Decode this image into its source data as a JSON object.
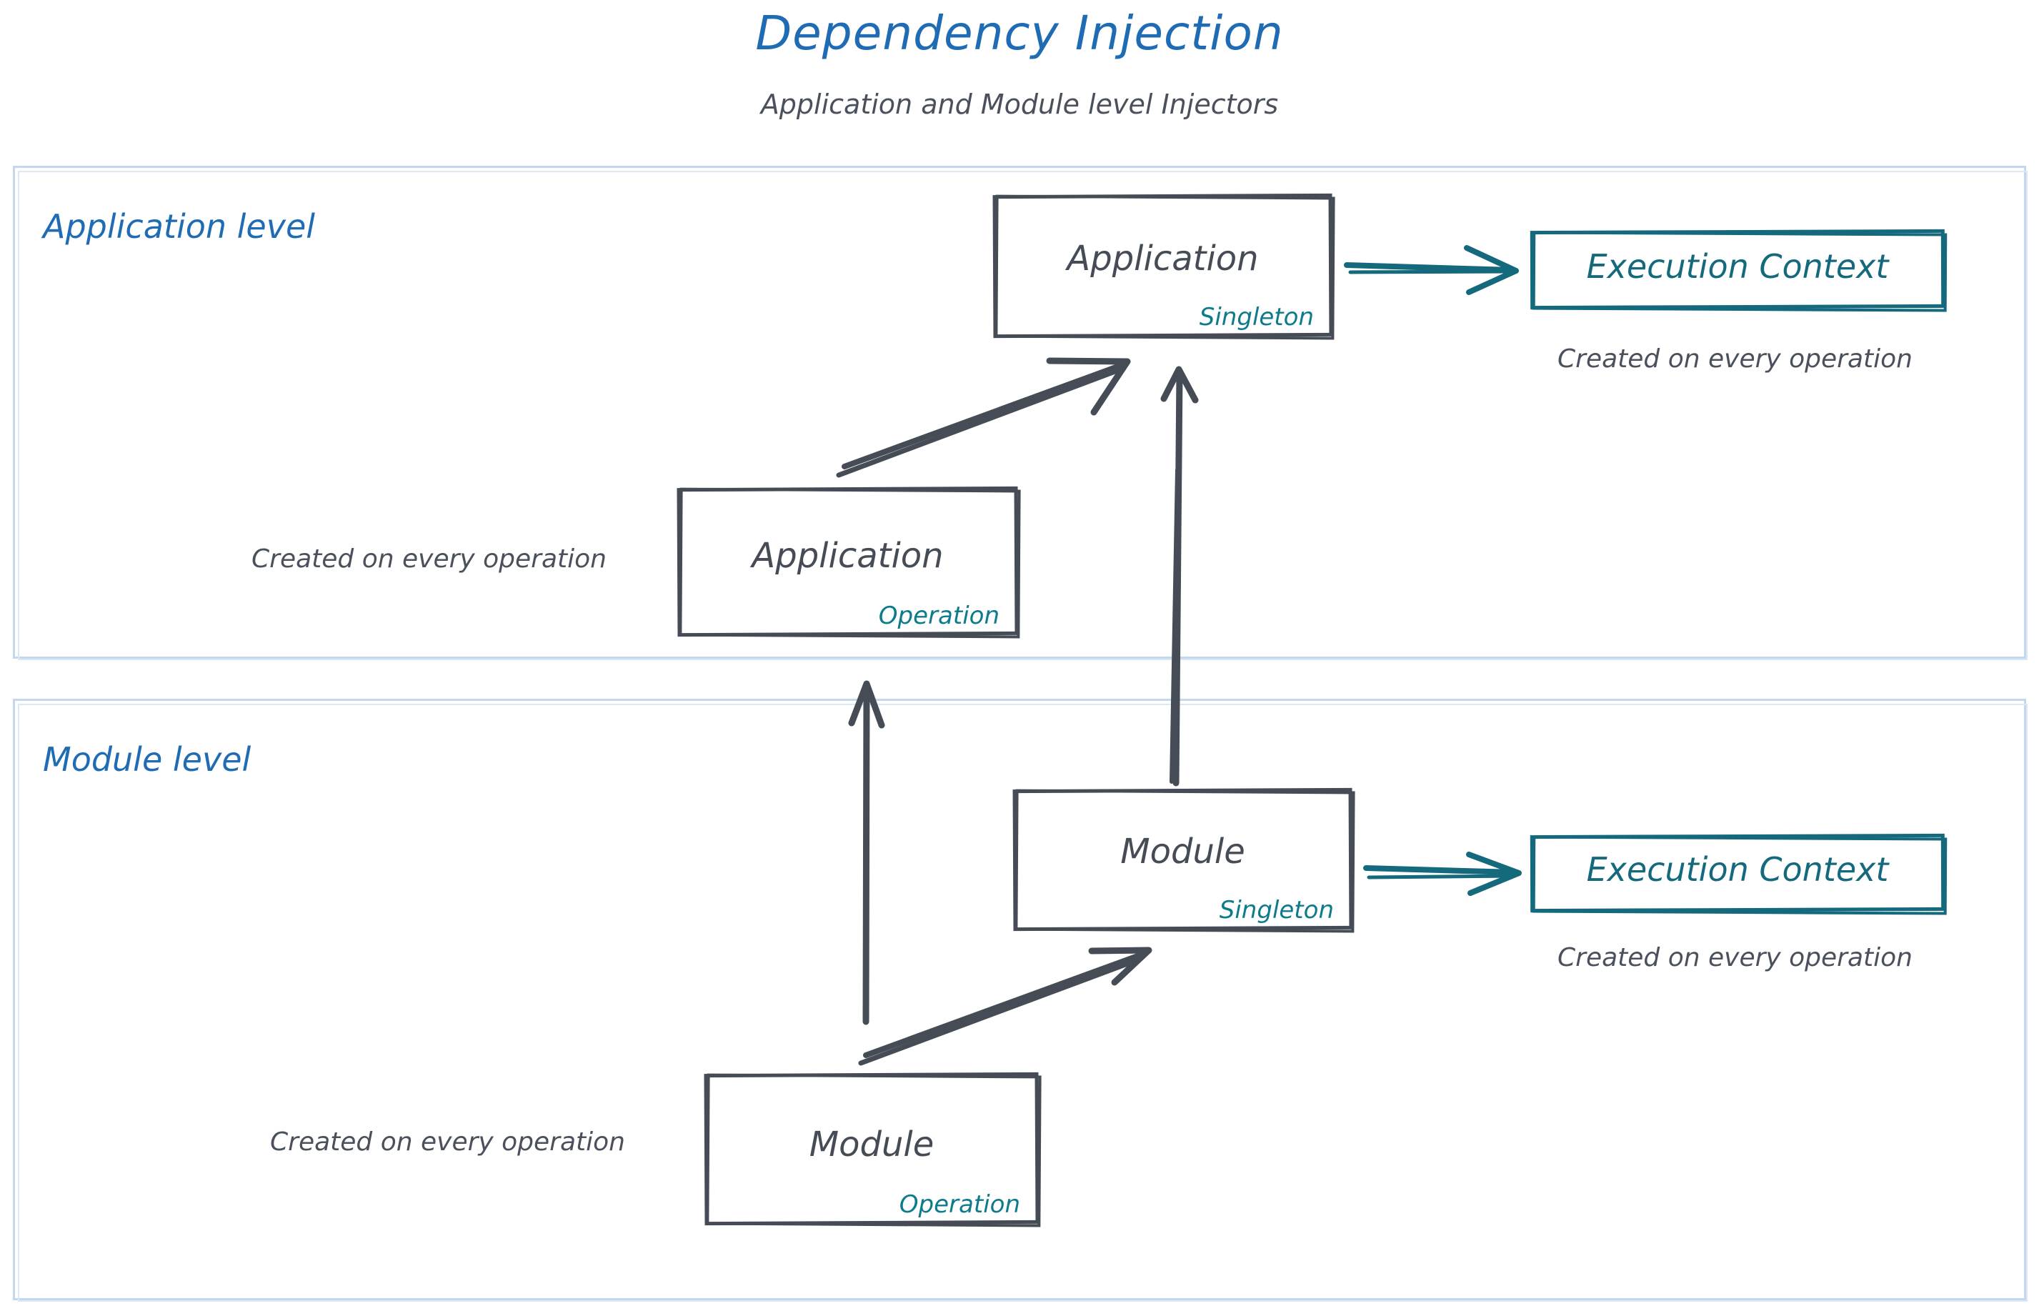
{
  "title": "Dependency Injection",
  "subtitle": "Application and Module level Injectors",
  "colors": {
    "title_blue": "#1f6cb4",
    "container_border": "#c3d8ef",
    "node_gray": "#454c55",
    "node_teal": "#15697d",
    "scope_teal": "#0d7b8a",
    "caption_gray": "#4a515c",
    "background": "#ffffff"
  },
  "levels": [
    {
      "id": "application-level",
      "label": "Application level",
      "nodes": [
        {
          "id": "application-singleton",
          "title": "Application",
          "scope": "Singleton"
        },
        {
          "id": "application-operation",
          "title": "Application",
          "scope": "Operation"
        },
        {
          "id": "application-execution-context",
          "title": "Execution Context",
          "scope": ""
        }
      ],
      "captions": [
        {
          "id": "caption-app-exec",
          "text": "Created on every operation"
        },
        {
          "id": "caption-app-operation",
          "text": "Created on every operation"
        }
      ]
    },
    {
      "id": "module-level",
      "label": "Module level",
      "nodes": [
        {
          "id": "module-singleton",
          "title": "Module",
          "scope": "Singleton"
        },
        {
          "id": "module-operation",
          "title": "Module",
          "scope": "Operation"
        },
        {
          "id": "module-execution-context",
          "title": "Execution Context",
          "scope": ""
        }
      ],
      "captions": [
        {
          "id": "caption-module-exec",
          "text": "Created on every operation"
        },
        {
          "id": "caption-module-operation",
          "text": "Created on every operation"
        }
      ]
    }
  ],
  "arrows": [
    {
      "id": "arrow-app-singleton-to-app-exec",
      "from": "application-singleton",
      "to": "application-execution-context",
      "color": "#15697d",
      "style": "straight-horizontal"
    },
    {
      "id": "arrow-app-operation-to-app-singleton",
      "from": "application-operation",
      "to": "application-singleton",
      "color": "#454c55",
      "style": "diagonal-double"
    },
    {
      "id": "arrow-module-singleton-to-app-singleton",
      "from": "module-singleton",
      "to": "application-singleton",
      "color": "#454c55",
      "style": "vertical-long"
    },
    {
      "id": "arrow-module-operation-to-app-operation",
      "from": "module-operation",
      "to": "application-operation",
      "color": "#454c55",
      "style": "vertical-long"
    },
    {
      "id": "arrow-module-operation-to-module-singleton",
      "from": "module-operation",
      "to": "module-singleton",
      "color": "#454c55",
      "style": "diagonal-double"
    },
    {
      "id": "arrow-module-singleton-to-module-exec",
      "from": "module-singleton",
      "to": "module-execution-context",
      "color": "#15697d",
      "style": "straight-horizontal"
    }
  ]
}
